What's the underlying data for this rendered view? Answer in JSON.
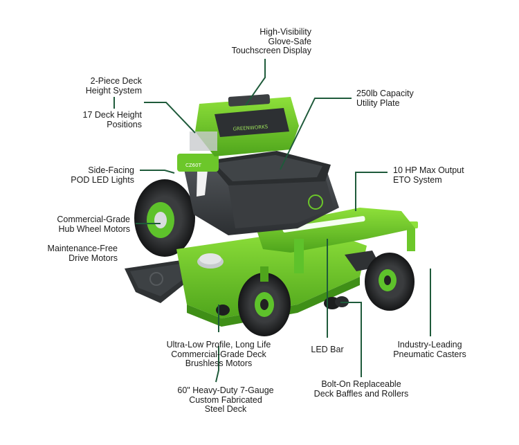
{
  "colors": {
    "leader_line": "#1e5a3a",
    "mower_green": "#6cc72a",
    "mower_dark": "#3a3d40",
    "tire": "#222426"
  },
  "brand": {
    "console_text": "GREENWORKS",
    "seat_badge": "CZ60T"
  },
  "callouts": {
    "display": [
      "High-Visibility",
      "Glove-Safe",
      "Touchscreen Display"
    ],
    "deck_height_system": [
      "2-Piece Deck",
      "Height System"
    ],
    "deck_positions": [
      "17 Deck Height",
      "Positions"
    ],
    "utility_plate": [
      "250lb Capacity",
      "Utility Plate"
    ],
    "pod_lights": [
      "Side-Facing",
      "POD LED Lights"
    ],
    "eto": [
      "10 HP Max Output",
      "ETO System"
    ],
    "hub_motors": [
      "Commercial-Grade",
      "Hub Wheel Motors"
    ],
    "drive_motors": [
      "Maintenance-Free",
      "Drive Motors"
    ],
    "brushless": [
      "Ultra-Low Profile, Long Life",
      "Commercial-Grade Deck",
      "Brushless Motors"
    ],
    "led_bar": [
      "LED Bar"
    ],
    "casters": [
      "Industry-Leading",
      "Pneumatic Casters"
    ],
    "steel_deck": [
      "60\" Heavy-Duty 7-Gauge",
      "Custom Fabricated",
      "Steel Deck"
    ],
    "baffles": [
      "Bolt-On Replaceable",
      "Deck Baffles and Rollers"
    ]
  }
}
